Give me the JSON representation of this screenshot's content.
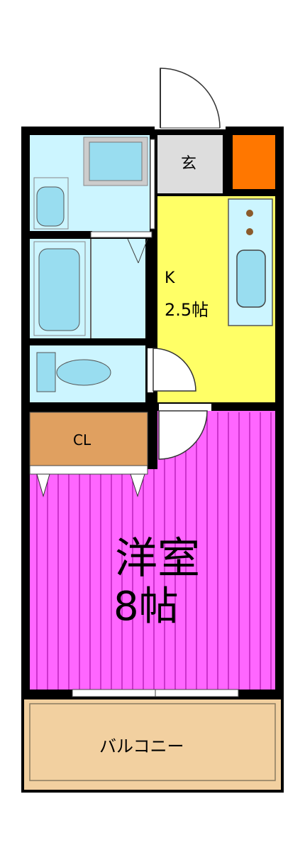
{
  "rooms": {
    "entrance": {
      "label": "玄"
    },
    "kitchen": {
      "label_line1": "K",
      "label_line2": "2.5帖"
    },
    "closet": {
      "label": "CL"
    },
    "western_room": {
      "label_line1": "洋室",
      "label_line2": "8帖"
    },
    "balcony": {
      "label": "バルコニー"
    }
  },
  "colors": {
    "wall": "#000000",
    "wet_area": "#ccf5ff",
    "fixture": "#99ddf0",
    "kitchen_floor": "#ffff66",
    "entrance_floor": "#dddddd",
    "shoe_box": "#ff7700",
    "closet": "#e0a060",
    "western_floor": "#ff66ff",
    "western_stripes": "#990099",
    "balcony_floor": "#f2d0a0"
  }
}
